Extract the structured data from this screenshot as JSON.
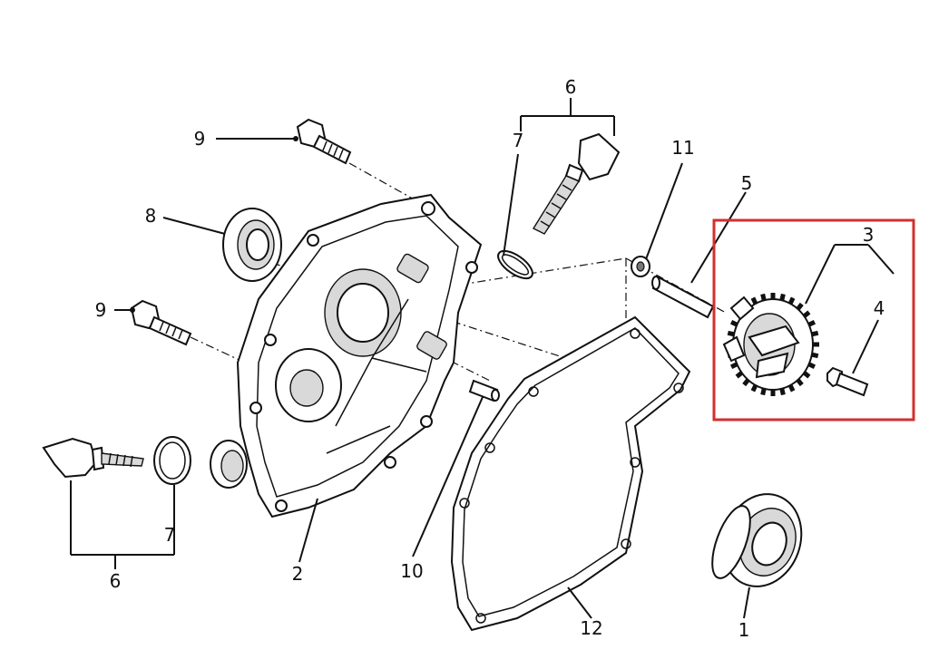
{
  "labels": {
    "l1": "1",
    "l2": "2",
    "l3": "3",
    "l4": "4",
    "l5": "5",
    "l6_top": "6",
    "l6_bottom": "6",
    "l7_top": "7",
    "l7_bottom": "7",
    "l8": "8",
    "l9_top": "9",
    "l9_mid": "9",
    "l10": "10",
    "l11": "11",
    "l12": "12"
  },
  "highlight": {
    "color": "#d32f2f"
  }
}
